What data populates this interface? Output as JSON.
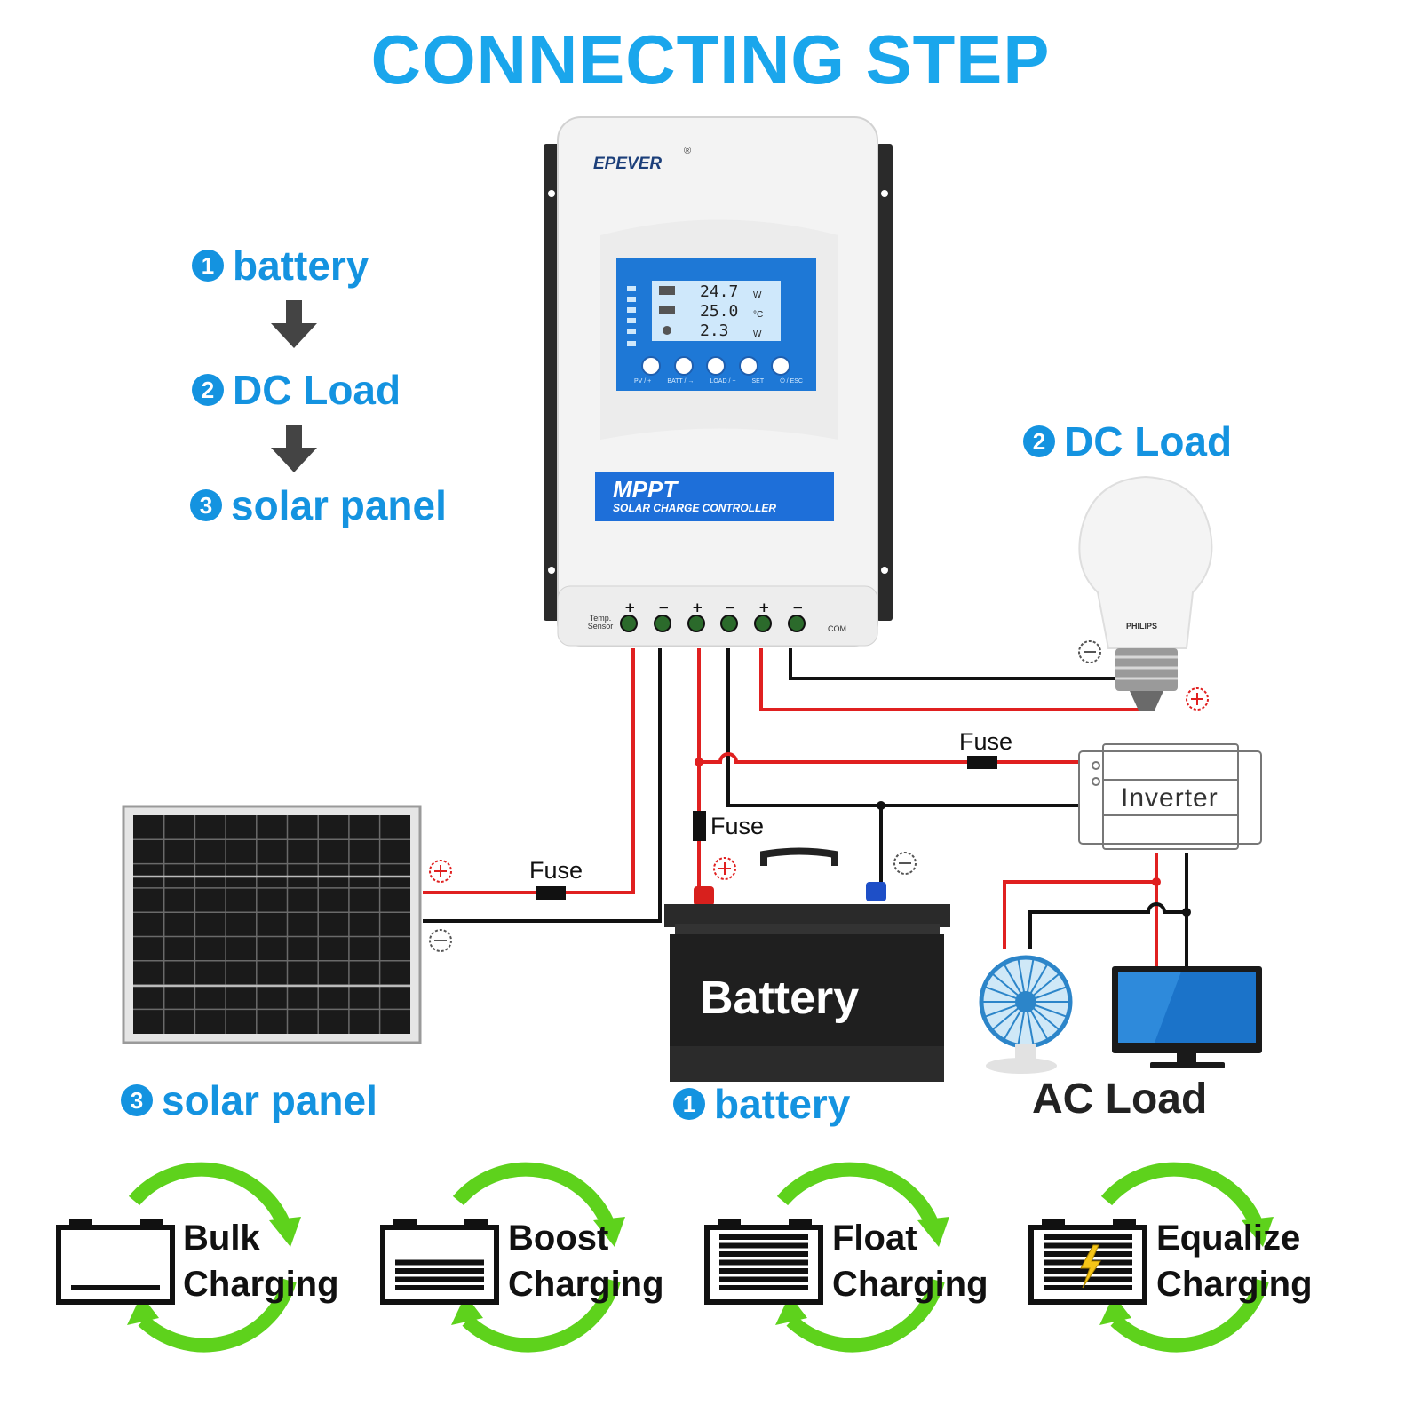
{
  "title": "CONNECTING STEP",
  "steps": [
    {
      "num": "1",
      "label": "battery"
    },
    {
      "num": "2",
      "label": "DC Load"
    },
    {
      "num": "3",
      "label": "solar panel"
    }
  ],
  "controller": {
    "brand": "EPEVER",
    "registered": "®",
    "model": "MPPT",
    "subtitle": "SOLAR CHARGE CONTROLLER",
    "lcd_values": [
      "24.7",
      "25.0",
      "2.3"
    ],
    "lcd_units": [
      "W",
      "°C",
      "W"
    ],
    "button_labels": [
      "PV / +",
      "BATT / →",
      "LOAD / −",
      "SET",
      "⏻ / ESC"
    ],
    "temp_sensor": "Temp. Sensor",
    "com": "COM"
  },
  "labels": {
    "dc_load": "DC Load",
    "dc_load_num": "2",
    "battery": "battery",
    "battery_num": "1",
    "solar_panel": "solar panel",
    "solar_panel_num": "3",
    "ac_load": "AC Load",
    "inverter": "Inverter",
    "battery_body": "Battery",
    "fuse": "Fuse",
    "bulb_brand": "PHILIPS"
  },
  "stages": [
    {
      "line1": "Bulk",
      "line2": "Charging",
      "fill": 1
    },
    {
      "line1": "Boost",
      "line2": "Charging",
      "fill": 4
    },
    {
      "line1": "Float",
      "line2": "Charging",
      "fill": 7
    },
    {
      "line1": "Equalize",
      "line2": "Charging",
      "fill": 7
    }
  ],
  "colors": {
    "title": "#1aa6ec",
    "step": "#1493e0",
    "wire_positive": "#e02020",
    "wire_negative": "#111111",
    "cycle_green": "#5ed21c"
  }
}
